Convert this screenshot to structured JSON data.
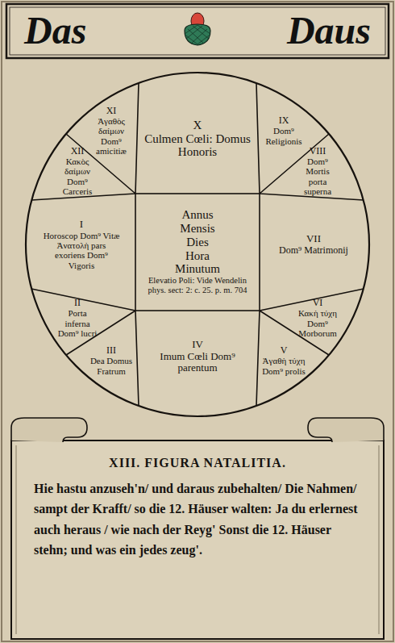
{
  "diagram": {
    "nodes": [
      {
        "text": [
          "I",
          "Horoscop Dom⁹ Vitæ Ἀνατολὴ pars exoriens Dom⁹ Vigoris"
        ]
      },
      {
        "text": [
          "II",
          "Porta inferna Dom⁹ lucri"
        ]
      },
      {
        "text": [
          "III",
          "Dea Domus Fratrum"
        ]
      },
      {
        "text": [
          "IV",
          "Imum Cœli Dom⁹ parentum"
        ]
      },
      {
        "text": [
          "V",
          "Ἀγαθὴ τύχη Dom⁹ prolis"
        ]
      },
      {
        "text": [
          "VI",
          "Κακὴ τύχη Dom⁹ Morborum"
        ]
      },
      {
        "text": [
          "VII",
          "Dom⁹ Matrimonij"
        ]
      },
      {
        "text": [
          "VIII",
          "Dom⁹ Mortis porta superna"
        ]
      },
      {
        "text": [
          "IX",
          "Dom⁹ Religionis"
        ]
      },
      {
        "text": [
          "X",
          "Culmen Cœli: Domus Honoris"
        ]
      },
      {
        "text": [
          "XI",
          "Ἀγαθὸς δαίμων Dom⁹ amicitiæ"
        ]
      },
      {
        "text": [
          "XII",
          "Κακὸς δαίμων Dom⁹ Carceris"
        ]
      },
      {
        "text": [
          "Annus",
          "Mensis",
          "Dies",
          "Hora",
          "Minutum",
          "Elevatio Poli: Vide Wendelin phys. sect: 2: c. 25. p. m. 704"
        ]
      },
      {
        "text": [
          "XIII. FIGURA NATALITIA.",
          "Hie hastu anzuseh'n/ und daraus zubehalten/ Die Nahmen/ sampt der Krafft/ so die 12. Häuser walten: Ja du erlernest auch heraus / wie nach der Reyg' Sonst die 12. Häuser stehn; und was ein jedes zeug'."
        ]
      }
    ],
    "labels": [
      "Das",
      "Daus"
    ]
  }
}
